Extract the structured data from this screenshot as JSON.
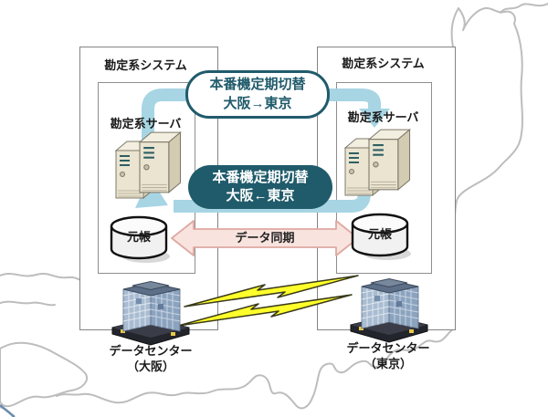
{
  "left_system": {
    "title": "勘定系システム",
    "server_label": "勘定系サーバ",
    "ledger_label": "元帳"
  },
  "right_system": {
    "title": "勘定系システム",
    "server_label": "勘定系サーバ",
    "ledger_label": "元帳"
  },
  "switchover_top": {
    "line1": "本番機定期切替",
    "line2": "大阪→東京"
  },
  "switchover_bottom": {
    "line1": "本番機定期切替",
    "line2": "大阪←東京"
  },
  "data_sync": {
    "label": "データ同期"
  },
  "datacenter_osaka": {
    "line1": "データセンター",
    "line2": "（大阪）"
  },
  "datacenter_tokyo": {
    "line1": "データセンター",
    "line2": "（東京）"
  },
  "colors": {
    "teal": "#205b6b",
    "arrow_blue": "#a7d5e4",
    "sync_pink_fill": "#f8e3df",
    "sync_pink_border": "#dfa8a0",
    "bolt_yellow": "#ffff2b",
    "box_border": "#848484",
    "map_outline": "#bdbdbd"
  }
}
